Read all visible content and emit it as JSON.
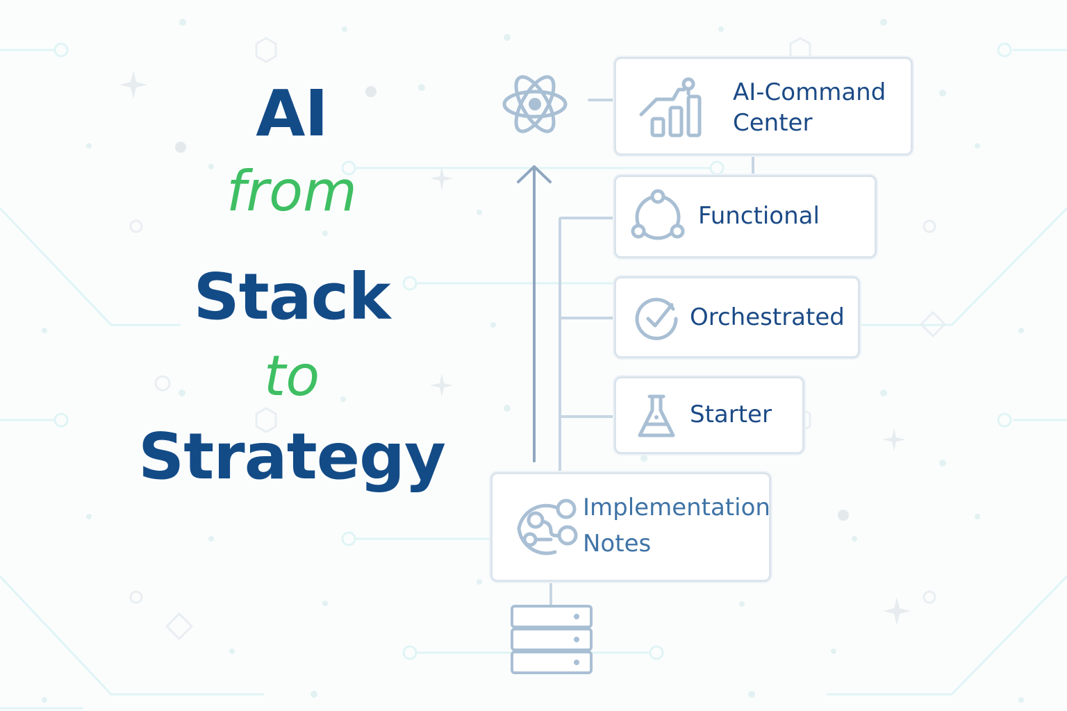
{
  "title": {
    "line1": "AI",
    "line2": "from",
    "line3": "Stack",
    "line4": "to",
    "line5": "Strategy"
  },
  "diagram": {
    "top_icon": "atom-icon",
    "bottom_icon": "server-stack-icon",
    "levels": [
      {
        "label": "AI-Command\nCenter",
        "icon": "bar-chart-growth-icon"
      },
      {
        "label": "Functional",
        "icon": "network-nodes-icon"
      },
      {
        "label": "Orchestrated",
        "icon": "clock-check-icon"
      },
      {
        "label": "Starter",
        "icon": "flask-icon"
      },
      {
        "label": "Implementation\nNotes",
        "icon": "connected-nodes-icon"
      }
    ]
  },
  "colors": {
    "heading": "#134b87",
    "accent_green": "#3fbf63",
    "card_border": "#dbe4ec",
    "icon_stroke": "#a9bfd4",
    "connector": "#c6d5e2",
    "circuit": "#def3f4"
  }
}
